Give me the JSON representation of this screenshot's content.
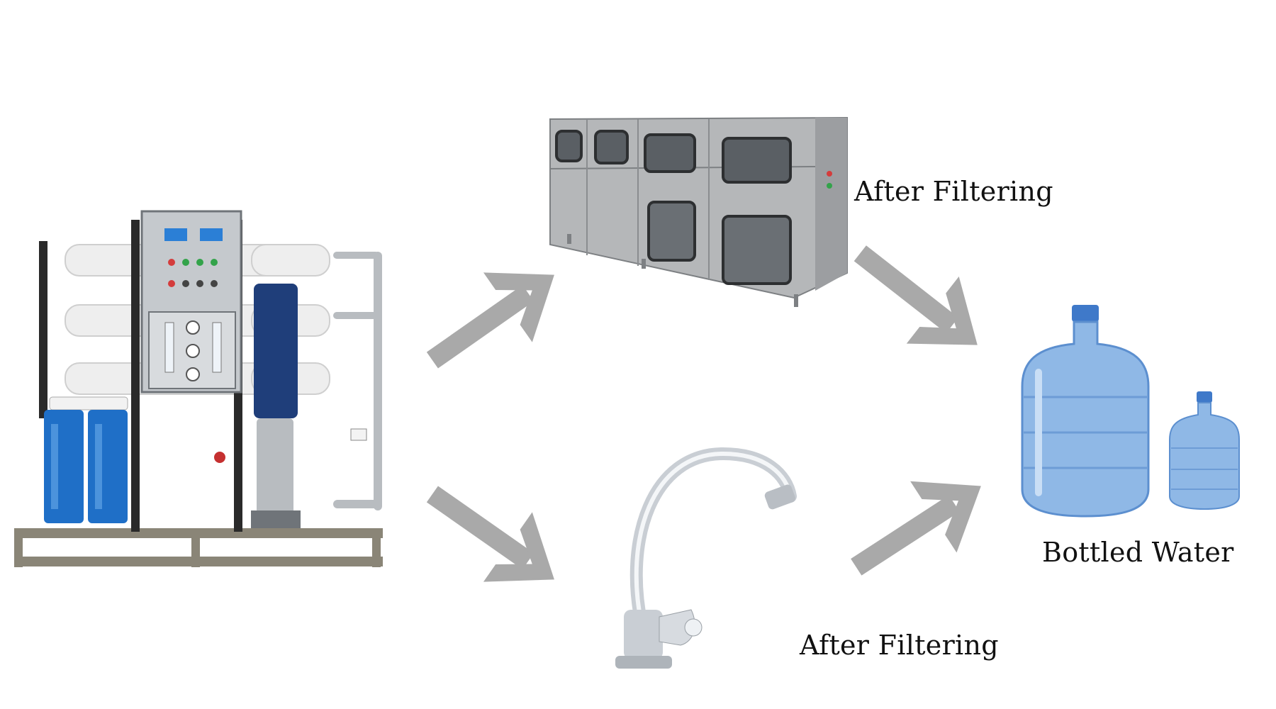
{
  "labels": {
    "after_filtering_top": "After Filtering",
    "after_filtering_bottom": "After Filtering",
    "bottled_water": "Bottled Water"
  },
  "colors": {
    "arrow": "#a9a9a9",
    "steel": "#b8bcc0",
    "steel_dark": "#6f7479",
    "filter_blue": "#1f6fc7",
    "membrane_white": "#eeeeee",
    "frame": "#8a8577",
    "bottle": "#8fb8e6",
    "cap": "#3f79c9",
    "chrome": "#d7dbe0"
  },
  "icons": {
    "ro_machine": "reverse-osmosis-machine-icon",
    "filling_machine": "bottle-filling-machine-icon",
    "faucet": "faucet-icon",
    "bottles": "water-bottles-icon"
  }
}
